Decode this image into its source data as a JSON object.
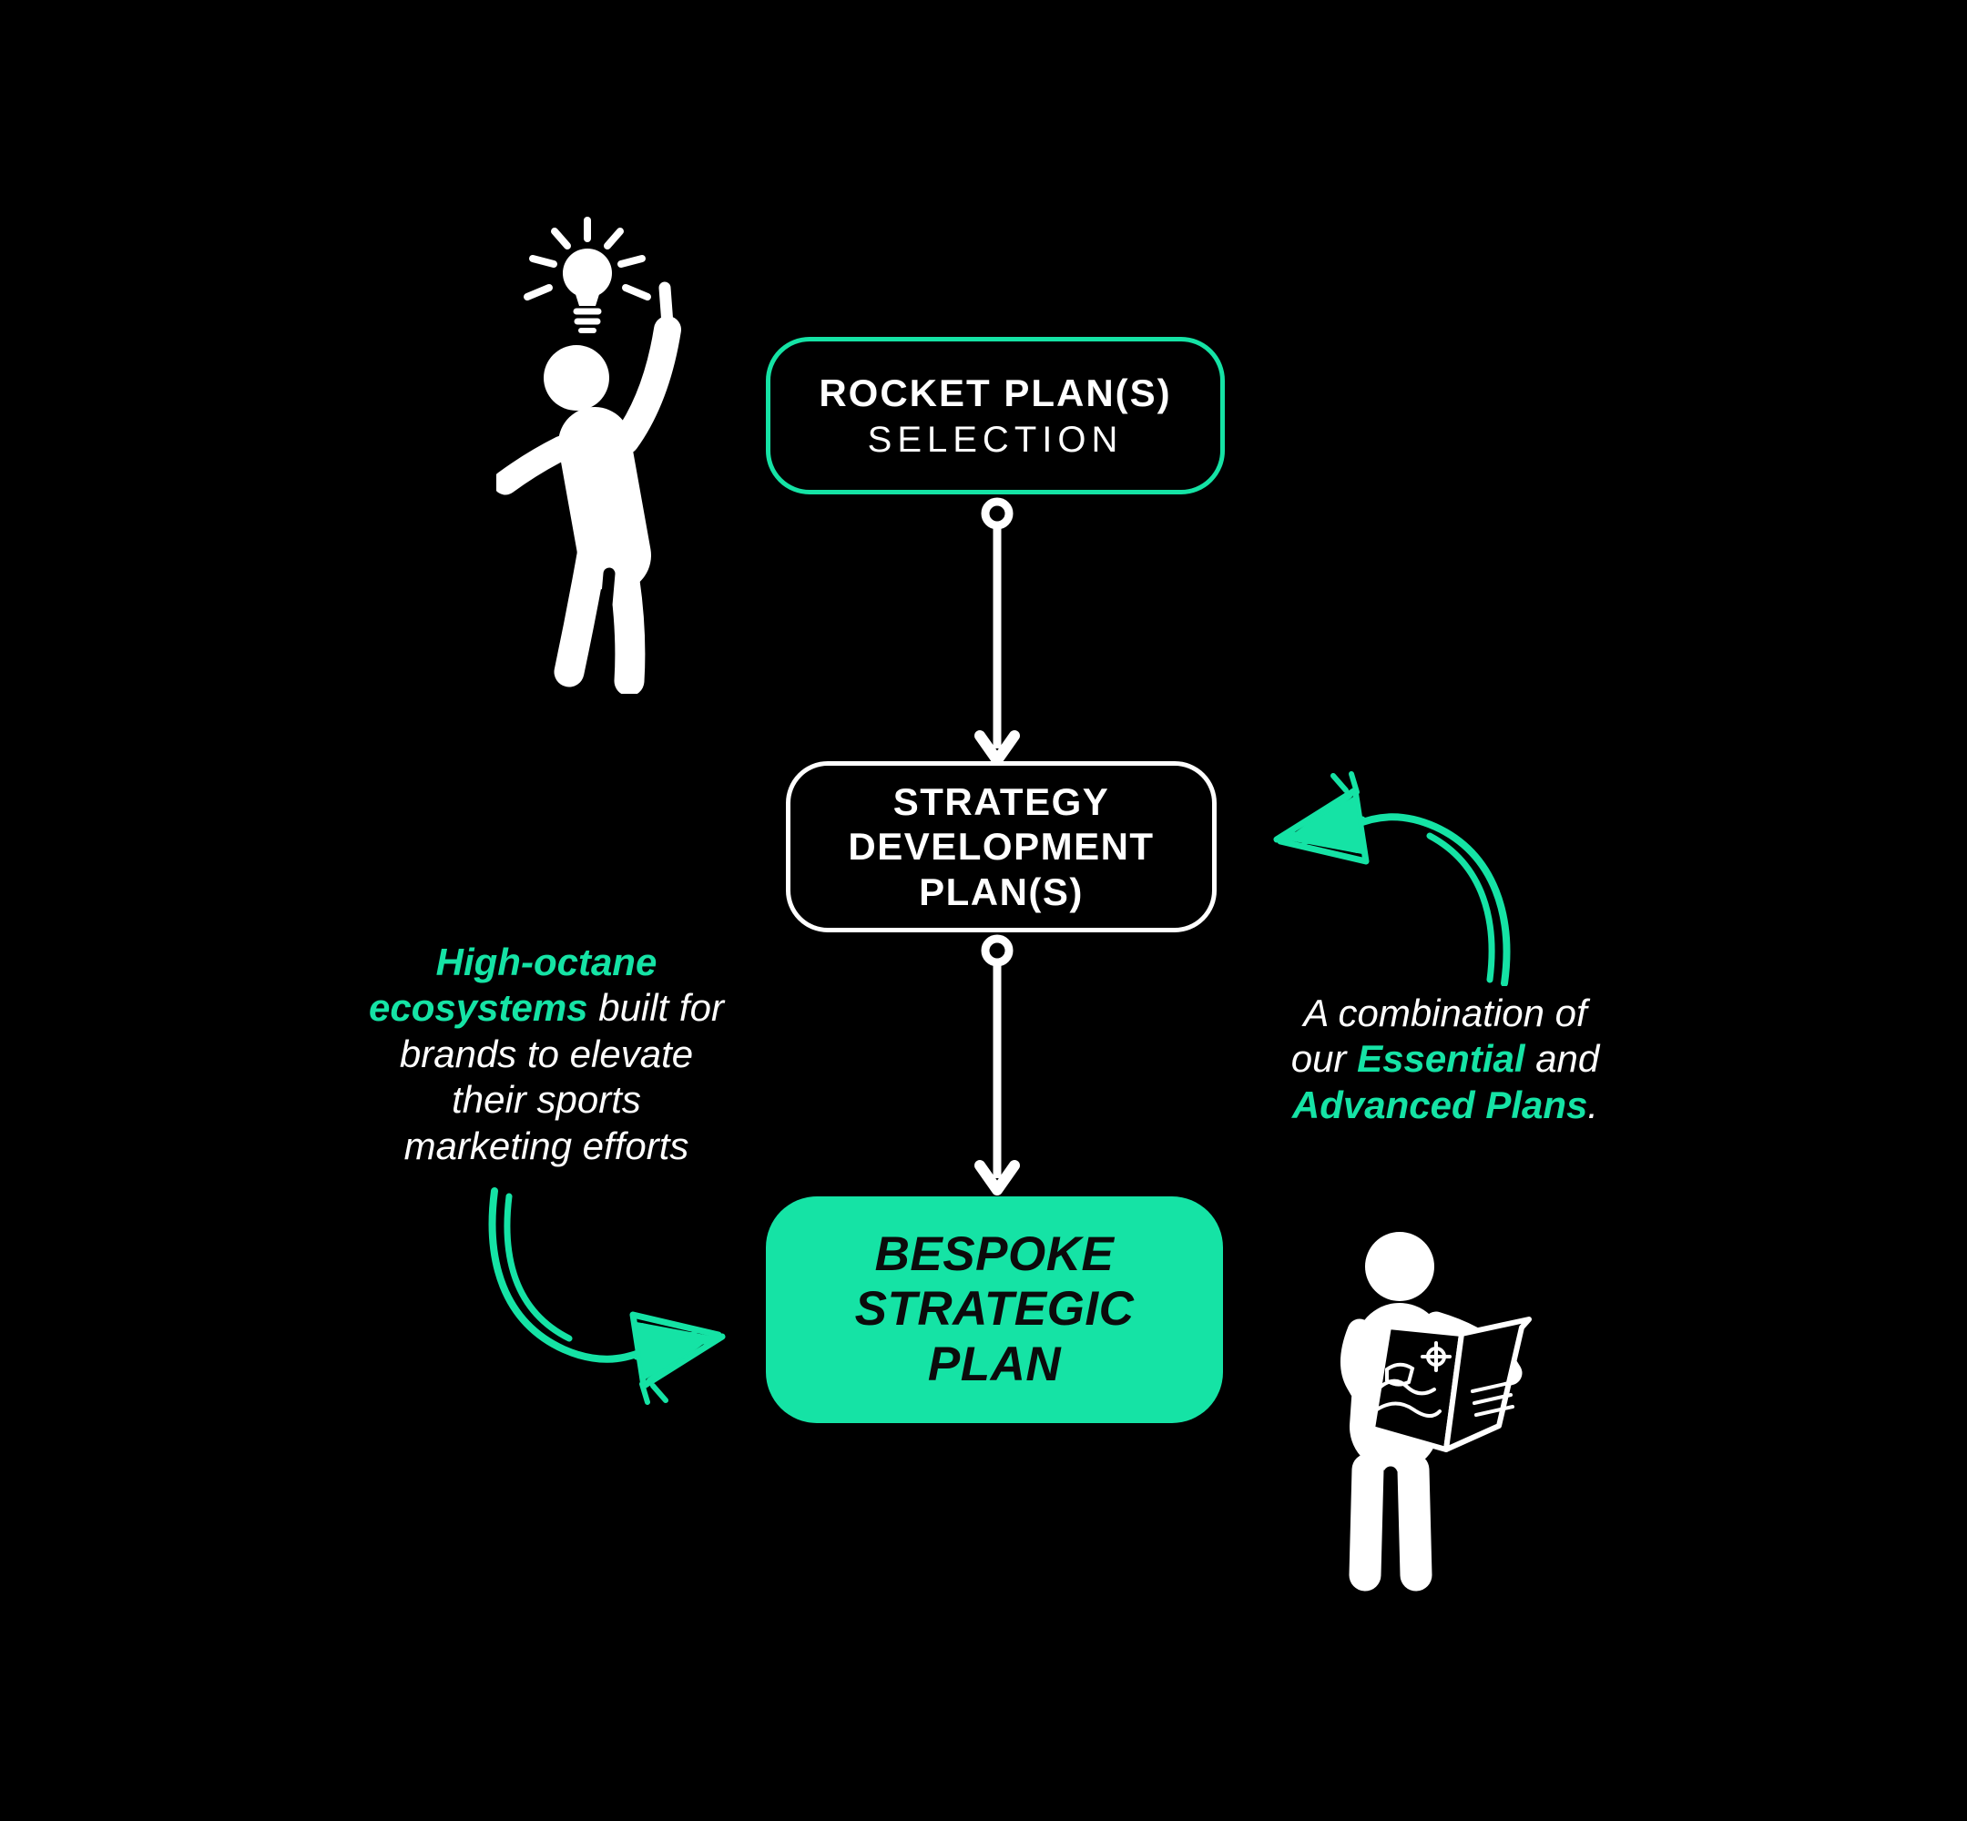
{
  "colors": {
    "background": "#000000",
    "accent_green": "#15E3A5",
    "white": "#FFFFFF",
    "dark_text": "#0B0B0B"
  },
  "flowchart": {
    "step1": {
      "title": "ROCKET PLAN(S)",
      "subtitle": "SELECTION"
    },
    "step2": {
      "line1": "STRATEGY",
      "line2": "DEVELOPMENT",
      "line3": "PLAN(S)"
    },
    "step3": {
      "line1": "BESPOKE",
      "line2": "STRATEGIC",
      "line3": "PLAN"
    }
  },
  "annotations": {
    "left": {
      "line1_green": "High-octane",
      "line2_green": "ecosystems",
      "line2_white": " built for",
      "line3": "brands to elevate",
      "line4": "their sports",
      "line5": "marketing efforts"
    },
    "right": {
      "line1": "A combination of",
      "line2_pre": "our ",
      "line2_green": "Essential",
      "line2_post": " and",
      "line3_green": "Advanced Plans",
      "line3_post": "."
    }
  },
  "icons": {
    "idea_person": "person-raising-hand-with-idea-lightbulb",
    "map_person": "person-reading-map",
    "arrow_left": "hand-drawn-curved-arrow-pointing-right",
    "arrow_right": "hand-drawn-curved-arrow-pointing-left",
    "connector": "circle-start-arrow-down-connector"
  }
}
